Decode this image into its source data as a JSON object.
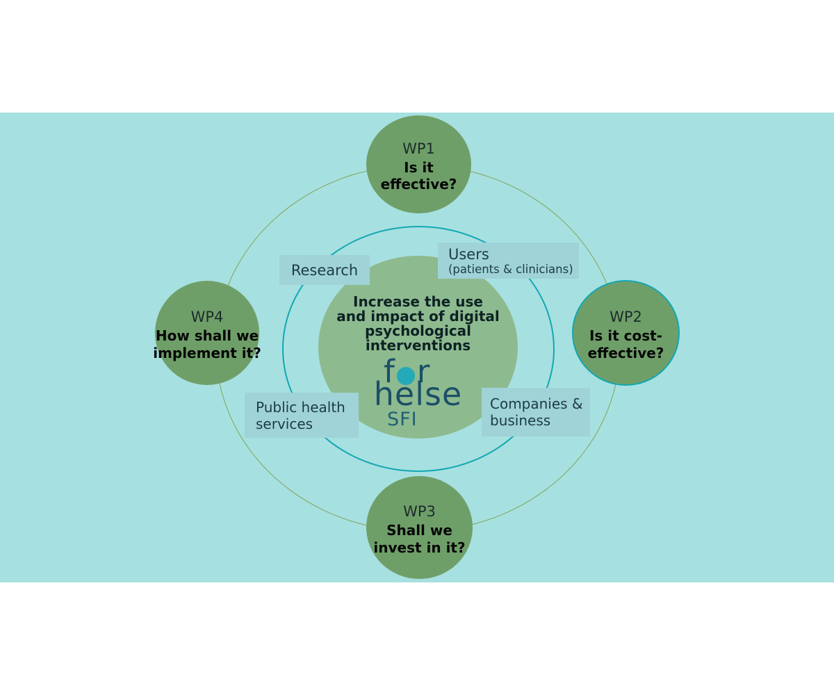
{
  "colors": {
    "band": "#a7e0e0",
    "box_bg": "#9fd3d8",
    "box_text": "#1e3b45",
    "wp_green": "#6f9f69",
    "wp_label": "#1c2b2b",
    "wp_question": "#060606",
    "center_green": "#8eba90",
    "heading_text": "#0d2224",
    "outer_orbit": "#7ea558",
    "inner_orbit": "#12a7b3",
    "logo_navy": "#1b4f67",
    "logo_teal": "#23a9b8",
    "logo_sage": "#8fbb90",
    "sfi": "#1f6073"
  },
  "center": {
    "lines": [
      "Increase the use",
      "and impact of digital",
      "psychological interventions"
    ]
  },
  "logo": {
    "letter_f": "f",
    "letter_r": "r",
    "word2": "helse",
    "word3": "SFI"
  },
  "wps": [
    {
      "label": "WP1",
      "question": "Is it effective?"
    },
    {
      "label": "WP2",
      "question": "Is it cost-effective?"
    },
    {
      "label": "WP3",
      "question": "Shall we invest in it?"
    },
    {
      "label": "WP4",
      "question": "How shall we implement it?"
    }
  ],
  "boxes": {
    "research": {
      "label": "Research"
    },
    "users": {
      "line1": "Users",
      "line2": "(patients & clinicians)"
    },
    "public_health": {
      "line1": "Public health",
      "line2": "services"
    },
    "companies": {
      "line1": "Companies &",
      "line2": "business"
    }
  }
}
